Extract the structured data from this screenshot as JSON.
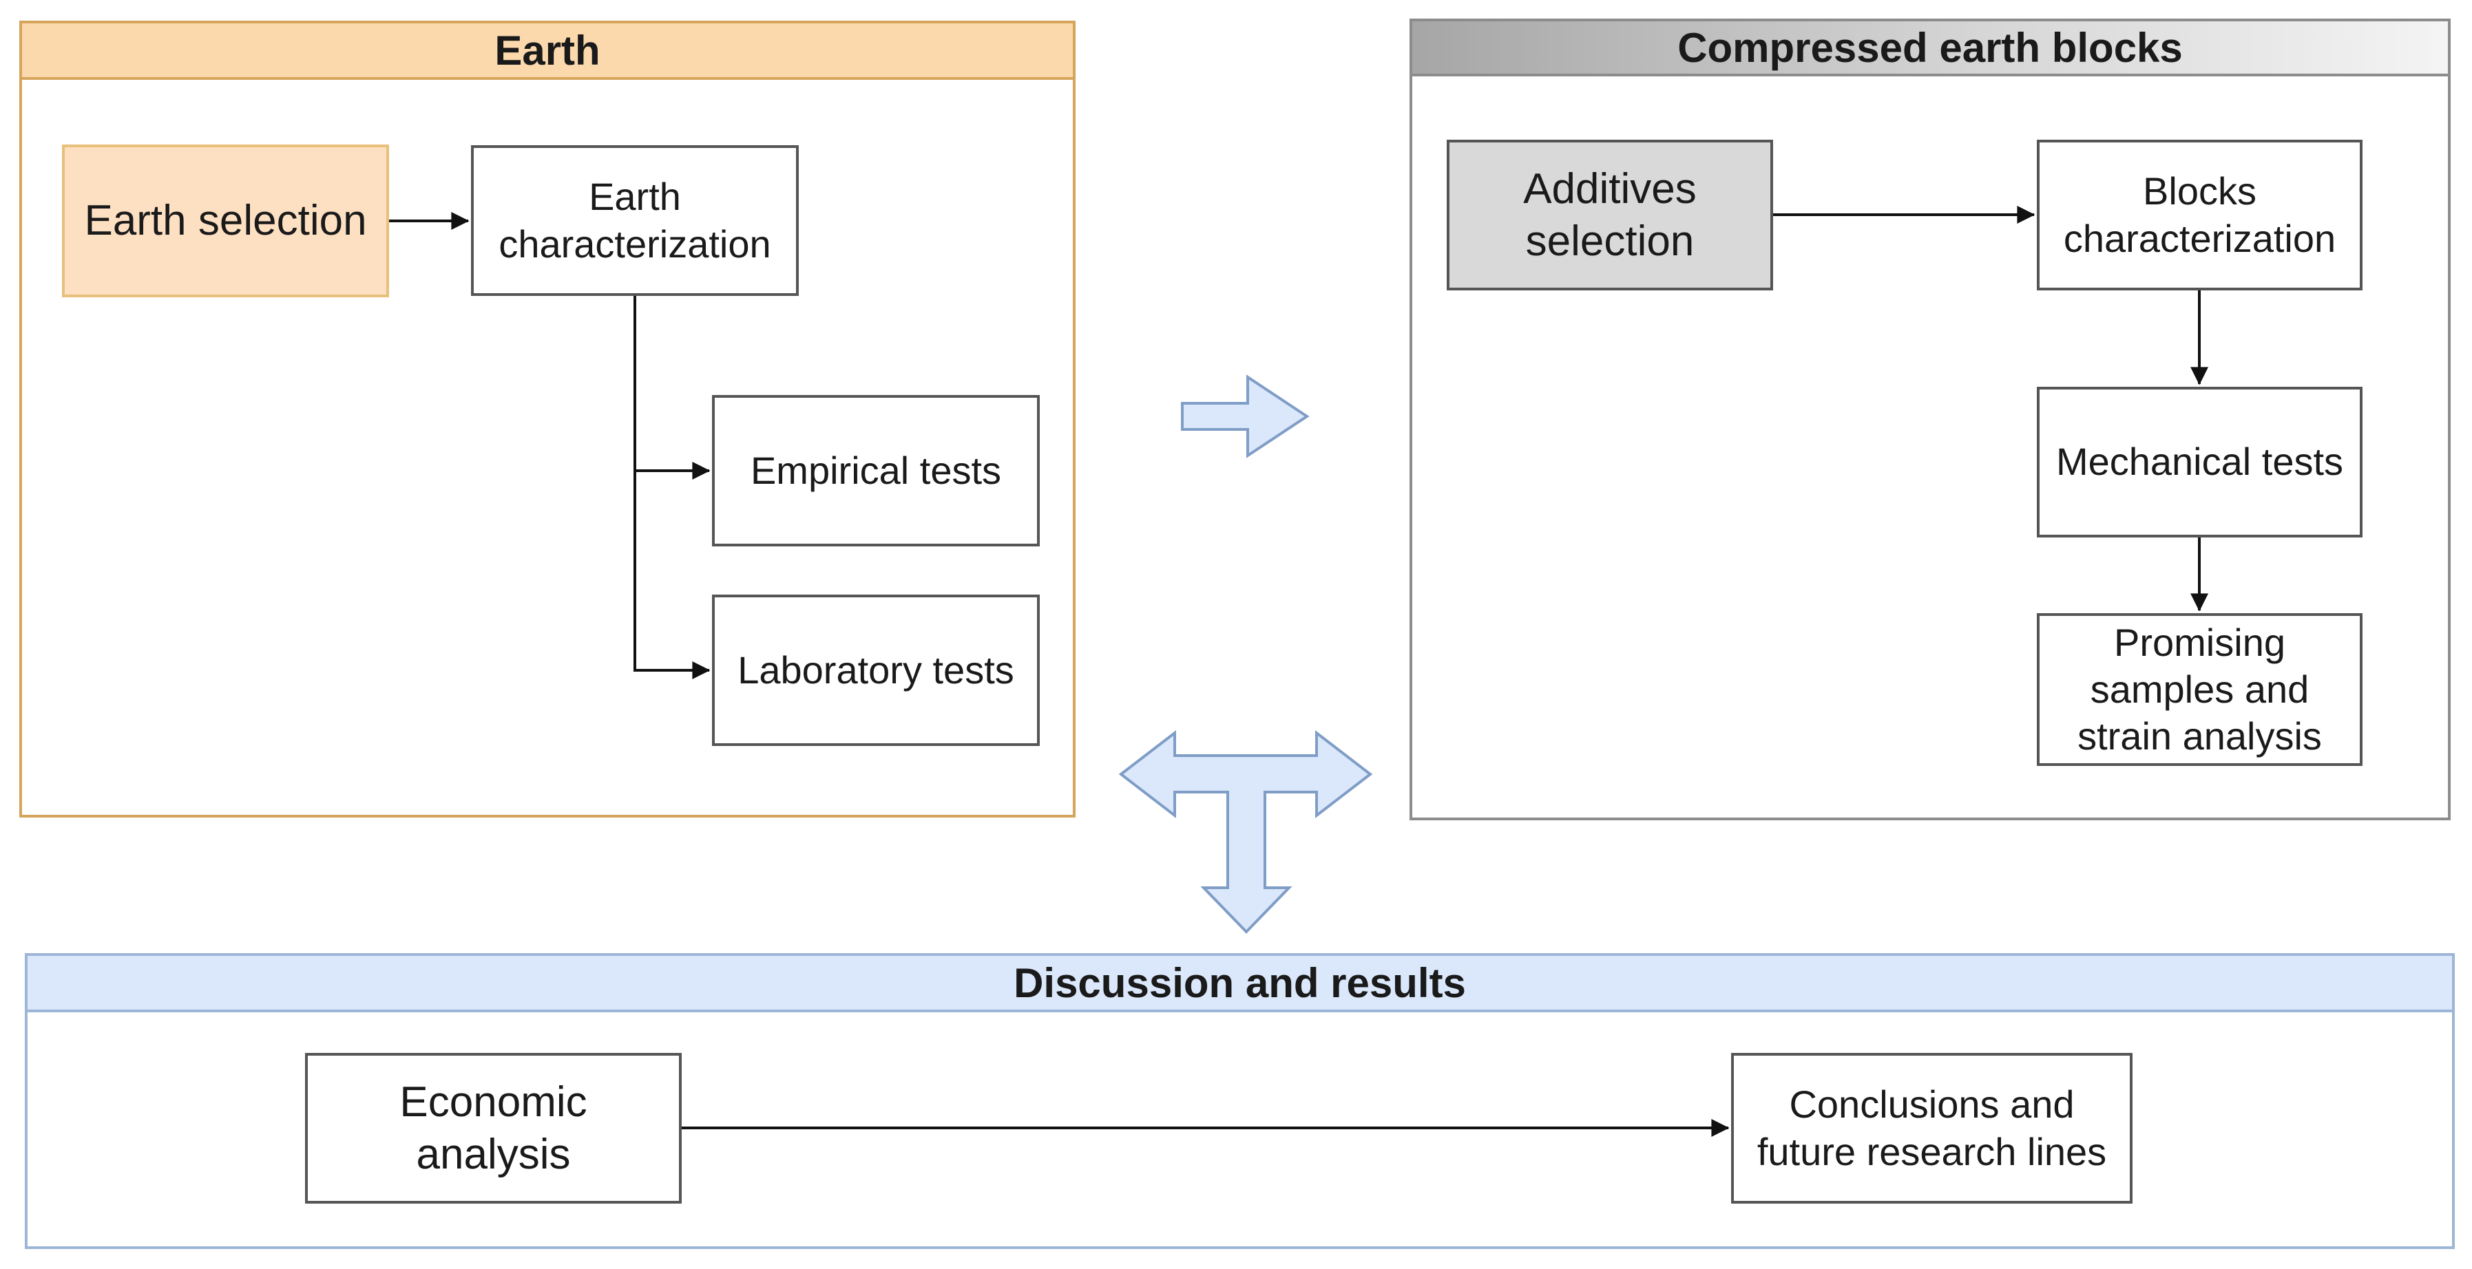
{
  "colors": {
    "earth_border": "#d6a45a",
    "earth_header": "#fcd9ad",
    "earth_selection_fill": "#fde0c2",
    "earth_selection_border": "#e8c07a",
    "cebs_border": "#8c8c8c",
    "additives_fill": "#d9d9d9",
    "discussion_border": "#9db5d6",
    "discussion_header": "#dbe8fb",
    "flow_arrow_fill": "#dbe8fb",
    "flow_arrow_stroke": "#7f9dc6",
    "connector": "#111111"
  },
  "panels": {
    "earth": {
      "title": "Earth",
      "earth_selection": "Earth selection",
      "earth_characterization": "Earth\ncharacterization",
      "empirical_tests": "Empirical tests",
      "laboratory_tests": "Laboratory tests"
    },
    "compressed": {
      "title": "Compressed earth blocks",
      "additives_selection": "Additives\nselection",
      "blocks_characterization": "Blocks\ncharacterization",
      "mechanical_tests": "Mechanical tests",
      "promising_samples": "Promising\nsamples and\nstrain analysis"
    },
    "discussion": {
      "title": "Discussion and results",
      "economic_analysis": "Economic\nanalysis",
      "conclusions": "Conclusions and\nfuture research lines"
    }
  },
  "flow_arrows": {
    "right": "block-arrow-right",
    "tee": "tee-arrow-three-way"
  }
}
